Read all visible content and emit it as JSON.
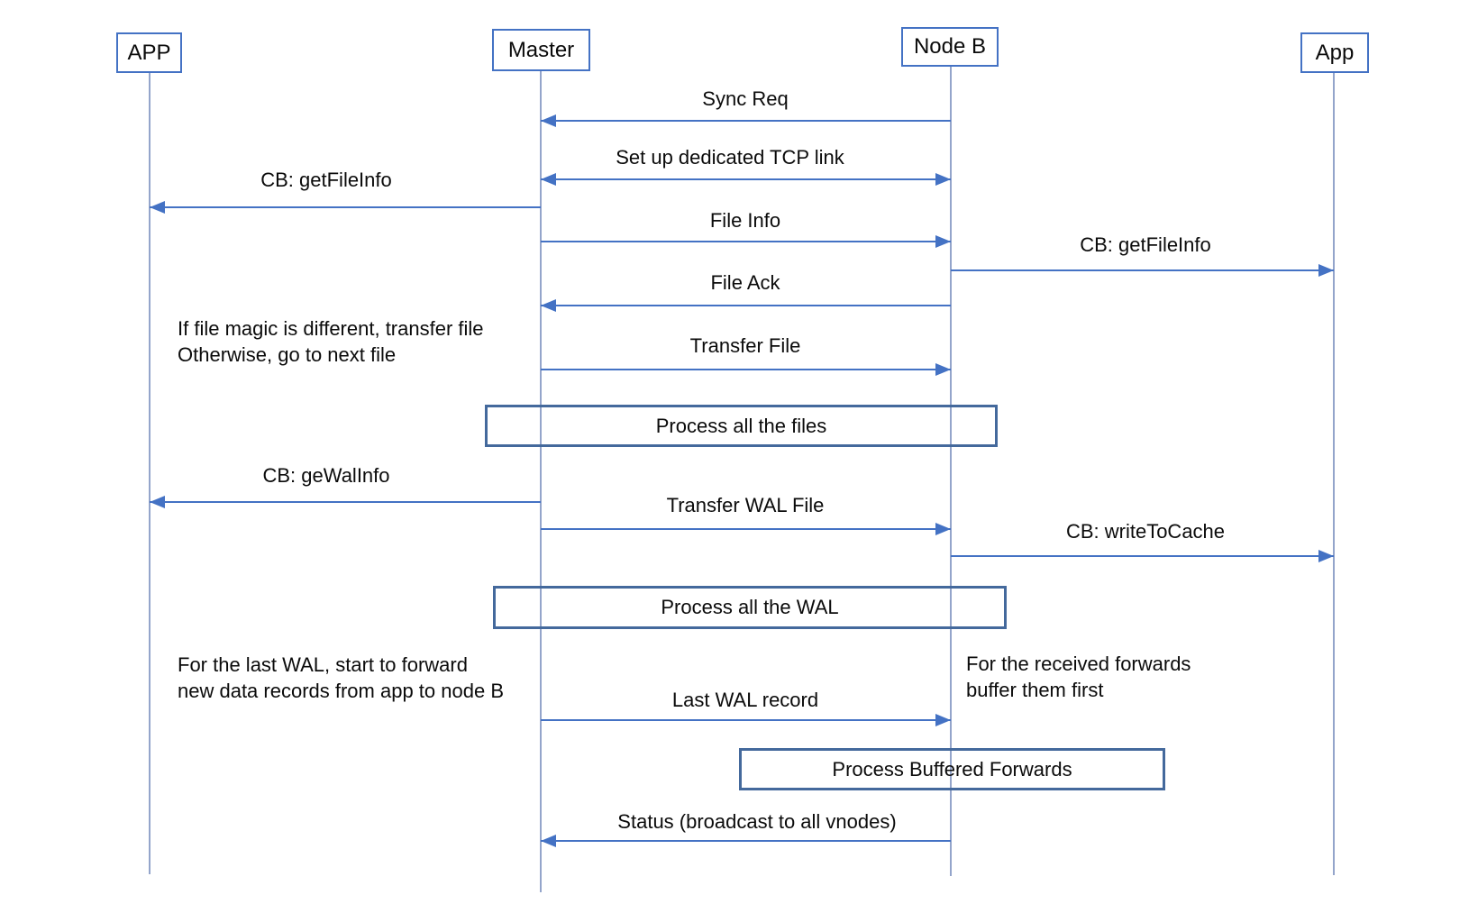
{
  "diagram": {
    "type": "sequence-diagram",
    "actors": [
      {
        "id": "app-left",
        "label": "APP"
      },
      {
        "id": "master",
        "label": "Master"
      },
      {
        "id": "node-b",
        "label": "Node B"
      },
      {
        "id": "app-right",
        "label": "App"
      }
    ],
    "messages": {
      "sync_req": "Sync Req",
      "tcp_link": "Set up dedicated TCP link",
      "cb_getfileinfo_left": "CB: getFileInfo",
      "file_info": "File Info",
      "cb_getfileinfo_right": "CB: getFileInfo",
      "file_ack": "File Ack",
      "transfer_file": "Transfer File",
      "cb_gewalinfo": "CB: geWalInfo",
      "transfer_wal": "Transfer WAL File",
      "cb_writetocache": "CB: writeToCache",
      "last_wal": "Last WAL record",
      "status": "Status (broadcast to all vnodes)"
    },
    "process_boxes": {
      "files": "Process all the files",
      "wal": "Process all the WAL",
      "buffered": "Process Buffered Forwards"
    },
    "notes": {
      "file_magic": [
        "If file magic is different, transfer file",
        "Otherwise, go to next file"
      ],
      "last_wal_forward": [
        "For the last WAL, start to forward",
        "new data records from app to node B"
      ],
      "received_forwards": [
        "For the received forwards",
        "buffer them first"
      ]
    },
    "colors": {
      "arrow": "#4472C4",
      "box-border": "#44699C",
      "lifeline": "#94A5CB",
      "text": "#0B0B0B"
    }
  }
}
